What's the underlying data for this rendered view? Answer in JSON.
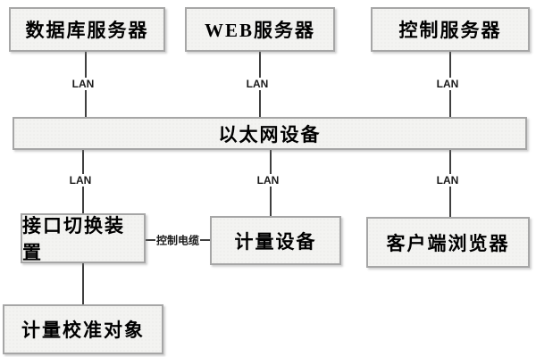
{
  "nodes": {
    "db_server": "数据库服务器",
    "web_server": "WEB服务器",
    "control_server": "控制服务器",
    "ethernet": "以太网设备",
    "interface_switch": "接口切换装置",
    "meter_device": "计量设备",
    "client_browser": "客户端浏览器",
    "calibration_target": "计量校准对象"
  },
  "edge_labels": {
    "lan": "LAN",
    "control_cable": "控制电缆"
  },
  "colors": {
    "box_fill": "#f3f3f1",
    "box_border": "#a6a6a6",
    "connector_line": "#3f3f3f",
    "text": "#000000",
    "background": "#ffffff"
  }
}
